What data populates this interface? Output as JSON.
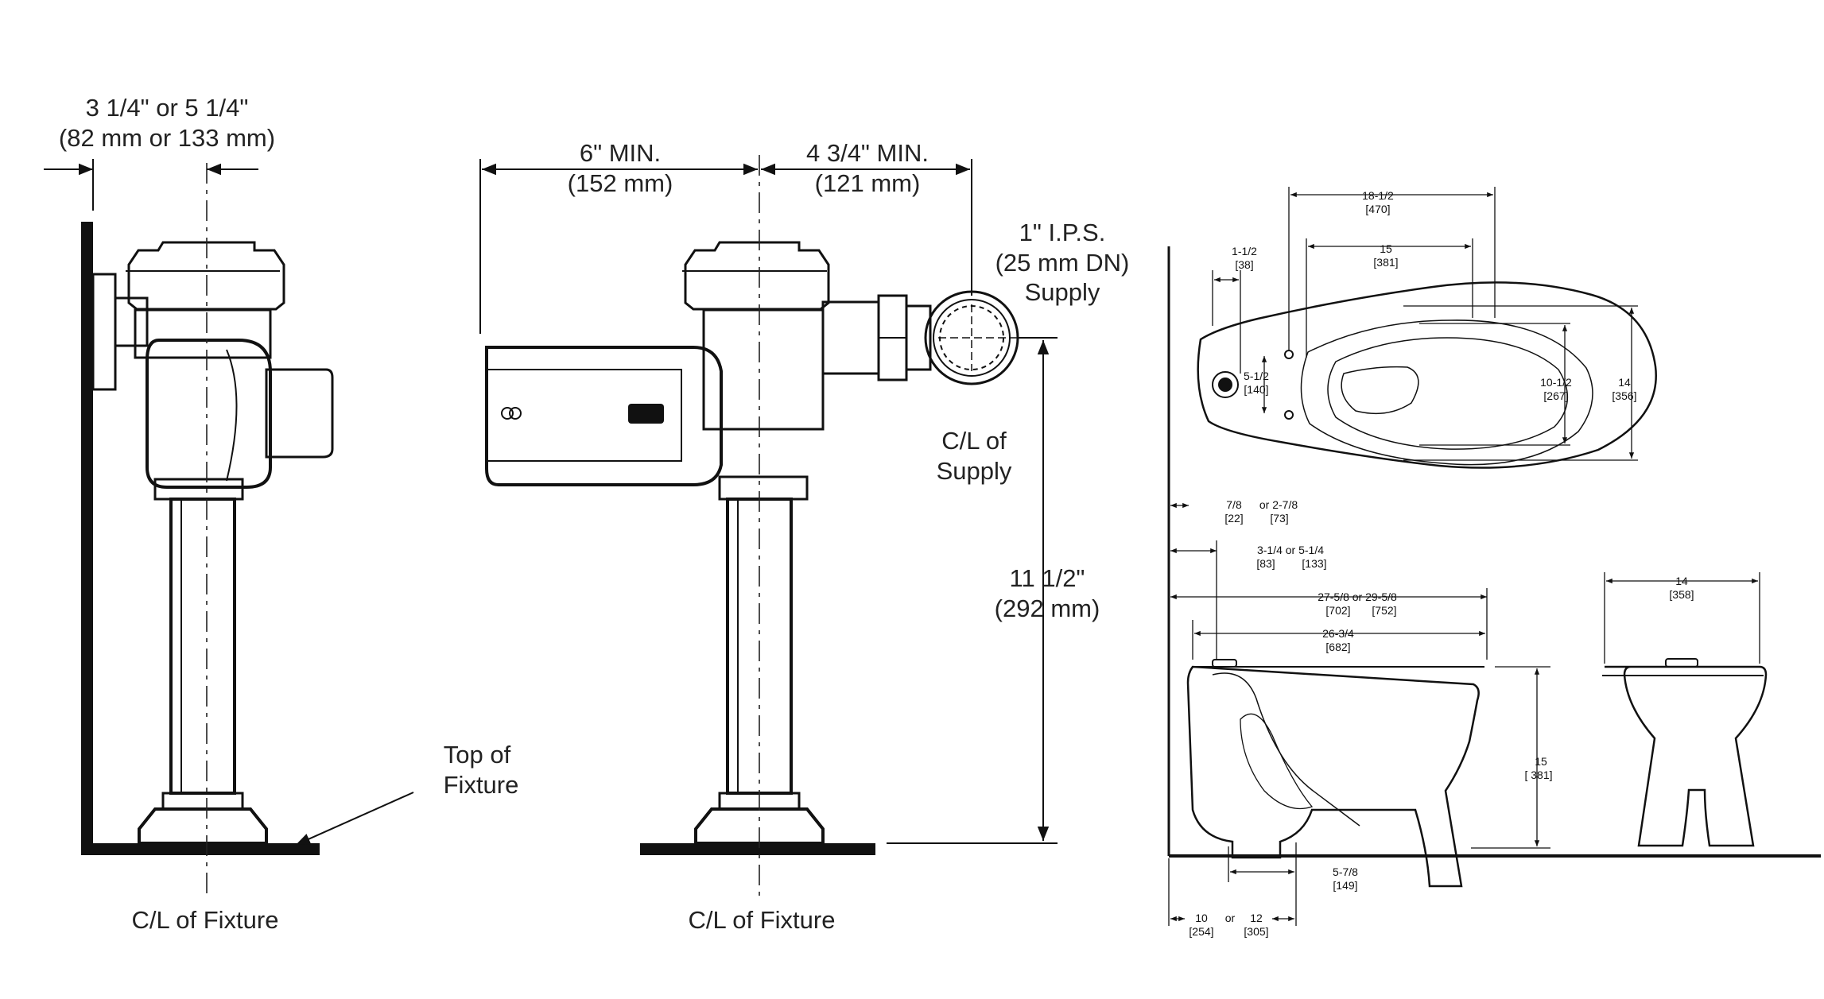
{
  "valve_side": {
    "offset_dim_line1": "3 1/4\" or 5 1/4\"",
    "offset_dim_line2": "(82 mm or 133 mm)",
    "top_of_fixture_line1": "Top of",
    "top_of_fixture_line2": "Fixture",
    "centerline_label": "C/L of Fixture"
  },
  "valve_front": {
    "left_dim_line1": "6\" MIN.",
    "left_dim_line2": "(152 mm)",
    "right_dim_line1": "4 3/4\" MIN.",
    "right_dim_line2": "(121 mm)",
    "supply_line1": "1\" I.P.S.",
    "supply_line2": "(25 mm DN)",
    "supply_line3": "Supply",
    "supply_cl_line1": "C/L of",
    "supply_cl_line2": "Supply",
    "height_line1": "11 1/2\"",
    "height_line2": "(292 mm)",
    "centerline_label": "C/L of Fixture"
  },
  "toilet": {
    "top_view": {
      "overall_length": "18-1/2",
      "overall_length_mm": "[470]",
      "inset": "1-1/2",
      "inset_mm": "[38]",
      "bowl_length": "15",
      "bowl_length_mm": "[381]",
      "bolt_spacing": "5-1/2",
      "bolt_spacing_mm": "[140]",
      "bowl_width": "10-1/2",
      "bowl_width_mm": "[267]",
      "overall_width": "14",
      "overall_width_mm": "[356]"
    },
    "side_view": {
      "spud_a": "7/8",
      "spud_b": "or 2-7/8",
      "spud_a_mm": "[22]",
      "spud_b_mm": "[73]",
      "spud_c": "3-1/4 or 5-1/4",
      "spud_c_mm": "[83]",
      "spud_d_mm": "[133]",
      "length_total": "27-5/8 or 29-5/8",
      "length_total_mm_a": "[702]",
      "length_total_mm_b": "[752]",
      "length_bowl": "26-3/4",
      "length_bowl_mm": "[682]",
      "rim_height": "15",
      "rim_height_mm": "[ 381]",
      "outlet_offset": "5-7/8",
      "outlet_offset_mm": "[149]",
      "rough_in_a": "10",
      "rough_in_or": "or",
      "rough_in_b": "12",
      "rough_in_a_mm": "[254]",
      "rough_in_b_mm": "[305]"
    },
    "end_view": {
      "width": "14",
      "width_mm": "[358]"
    }
  }
}
